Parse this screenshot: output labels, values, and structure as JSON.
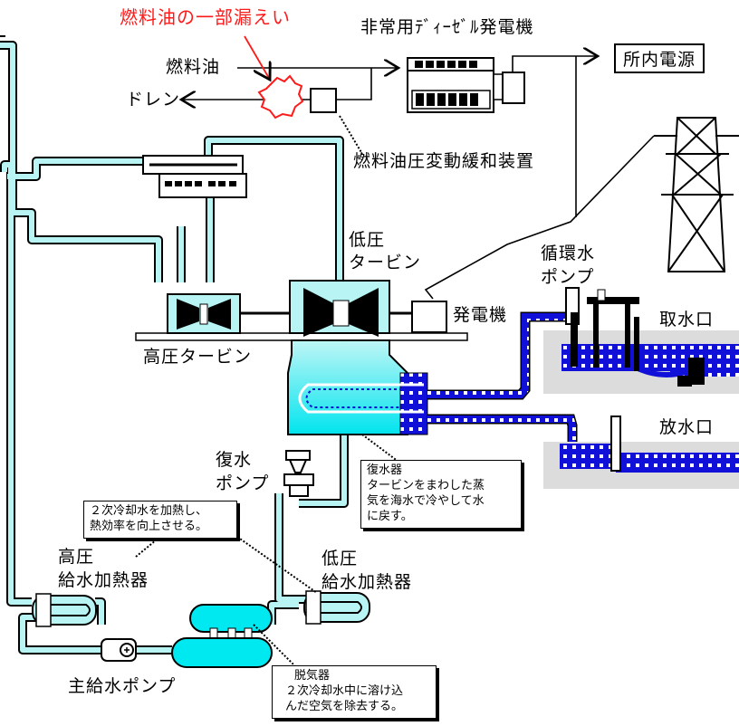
{
  "labels": {
    "fuel_leak": "燃料油の一部漏えい",
    "diesel_generator": "非常用ﾃﾞｨｰｾﾞﾙ発電機",
    "station_power": "所内電源",
    "fuel_oil": "燃料油",
    "drain": "ドレン",
    "fuel_pressure_device": "燃料油圧変動緩和装置",
    "lp_turbine_line1": "低圧",
    "lp_turbine_line2": "タービン",
    "circ_pump_line1": "循環水",
    "circ_pump_line2": "ポンプ",
    "generator": "発電機",
    "intake": "取水口",
    "hp_turbine": "高圧タービン",
    "discharge": "放水口",
    "condensate_pump_line1": "復水",
    "condensate_pump_line2": "ポンプ",
    "hp_heater_line1": "高圧",
    "hp_heater_line2": "給水加熱器",
    "lp_heater_line1": "低圧",
    "lp_heater_line2": "給水加熱器",
    "main_feed_pump": "主給水ポンプ"
  },
  "notes": {
    "condenser": [
      "復水器",
      "タービンをまわした蒸",
      "気を海水で冷やして水",
      "に戻す。"
    ],
    "heater": [
      "２次冷却水を加熱し、",
      "熱効率を向上させる。"
    ],
    "deaerator": [
      "脱気器",
      "２次冷却水中に溶け込",
      "んだ空気を除去する。"
    ]
  },
  "colors": {
    "pipe_fill": "#b8f4f4",
    "condenser_fill": "#00e8f0",
    "seawater": "#1010d8",
    "leak": "#ff1a1a"
  }
}
